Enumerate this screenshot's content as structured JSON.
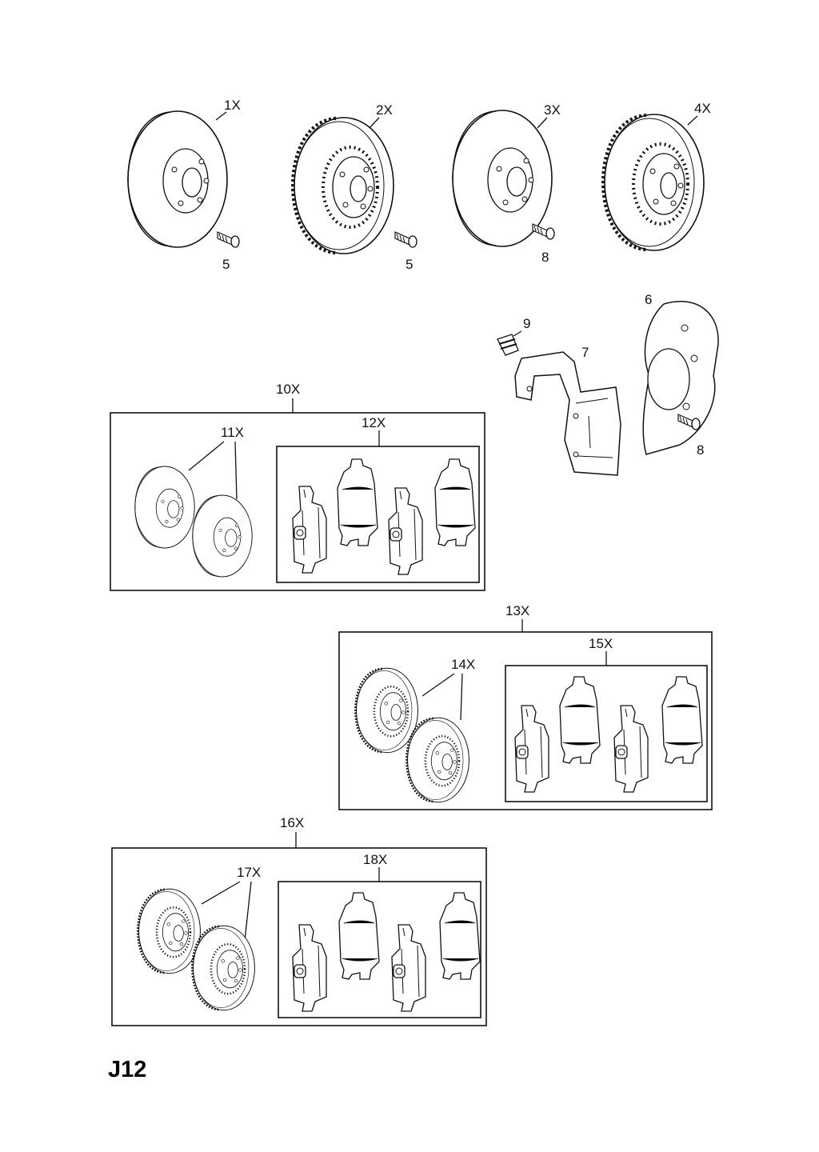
{
  "page_code": "J12",
  "labels": {
    "p1": "1X",
    "p2": "2X",
    "p3": "3X",
    "p4": "4X",
    "s5a": "5",
    "s5b": "5",
    "s8a": "8",
    "p6": "6",
    "p7": "7",
    "p8b": "8",
    "p9": "9",
    "k10": "10X",
    "k11": "11X",
    "k12": "12X",
    "k13": "13X",
    "k14": "14X",
    "k15": "15X",
    "k16": "16X",
    "k17": "17X",
    "k18": "18X"
  }
}
